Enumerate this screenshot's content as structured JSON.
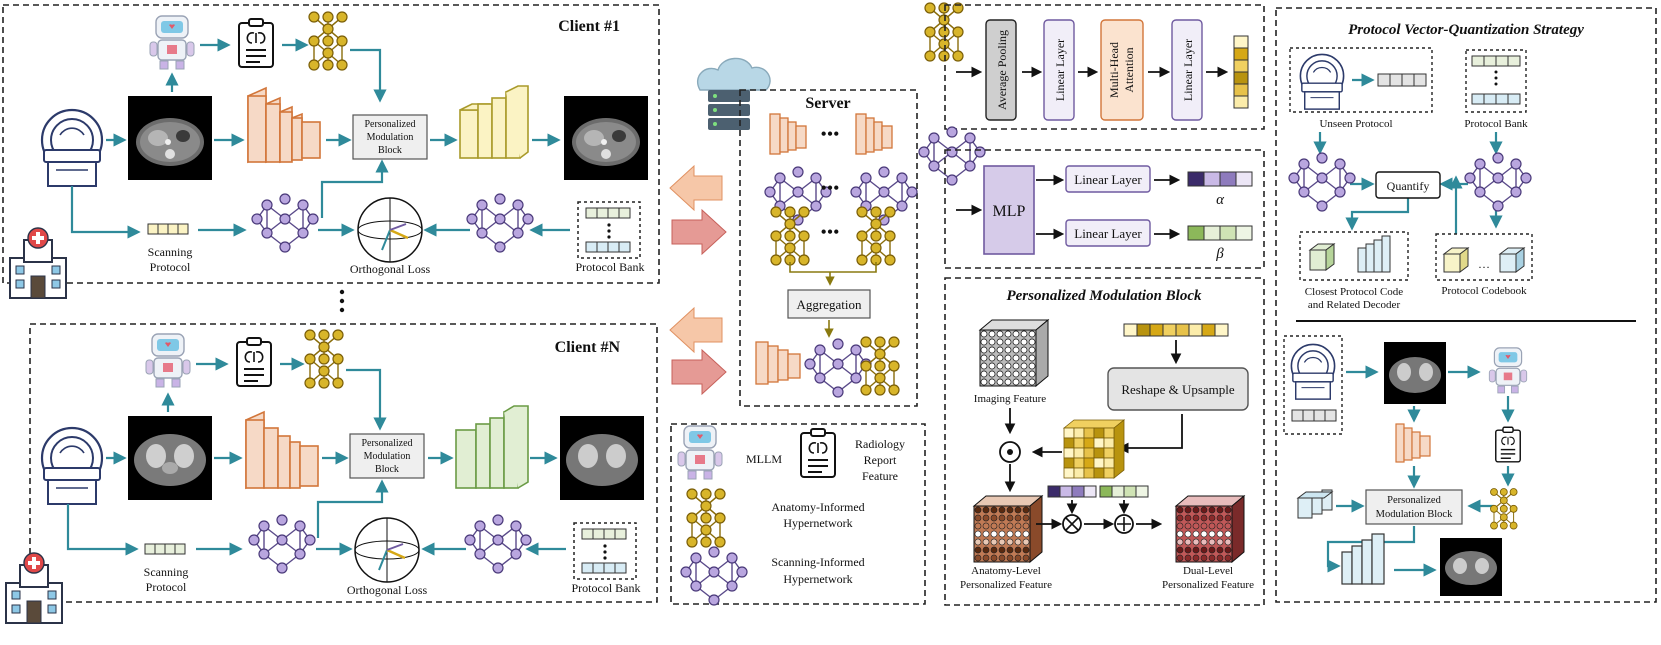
{
  "client1": {
    "title": "Client #1",
    "scanning": "Scanning",
    "protocol": "Protocol",
    "orth": "Orthogonal Loss",
    "bank": "Protocol Bank",
    "pmb": [
      "Personalized",
      "Modulation",
      "Block"
    ]
  },
  "clientN": {
    "title": "Client #N",
    "scanning": "Scanning",
    "protocol": "Protocol",
    "orth": "Orthogonal Loss",
    "bank": "Protocol Bank",
    "pmb": [
      "Personalized",
      "Modulation",
      "Block"
    ]
  },
  "server": {
    "title": "Server",
    "aggregation": "Aggregation",
    "dots": "•••"
  },
  "legend": {
    "mllm": "MLLM",
    "report": [
      "Radiology",
      "Report",
      "Feature"
    ],
    "anatomy": [
      "Anatomy-Informed",
      "Hypernetwork"
    ],
    "scanning": [
      "Scanning-Informed",
      "Hypernetwork"
    ]
  },
  "top_right": {
    "avgpool": "Average Pooling",
    "linear1": "Linear Layer",
    "mha": [
      "Multi-Head",
      "Attention"
    ],
    "linear2": "Linear Layer"
  },
  "mid_right": {
    "mlp": "MLP",
    "linA": "Linear Layer",
    "linB": "Linear Layer",
    "alpha": "α",
    "beta": "β"
  },
  "pmb_detail": {
    "title": "Personalized Modulation Block",
    "imaging": "Imaging Feature",
    "reshape": "Reshape & Upsample",
    "anat": [
      "Anatomy-Level",
      "Personalized Feature"
    ],
    "dual": [
      "Dual-Level",
      "Personalized Feature"
    ]
  },
  "pvq": {
    "title": "Protocol Vector-Quantization Strategy",
    "unseen": "Unseen Protocol",
    "bank": "Protocol Bank",
    "quantify": "Quantify",
    "closest": [
      "Closest Protocol Code",
      "and Related Decoder"
    ],
    "codebook": "Protocol Codebook",
    "pmb": [
      "Personalized",
      "Modulation Block"
    ]
  },
  "colors": {
    "teal": "#2f8a9a",
    "orange": "#f6d9c6",
    "orange_stroke": "#d2763a",
    "yellow": "#fbf3c4",
    "yellow_stroke": "#a99a2a",
    "green": "#e1eed3",
    "green_stroke": "#6a9b45",
    "gold": "#b8930f",
    "purple": "#6f5aa0",
    "lightblue": "#deeff6"
  }
}
